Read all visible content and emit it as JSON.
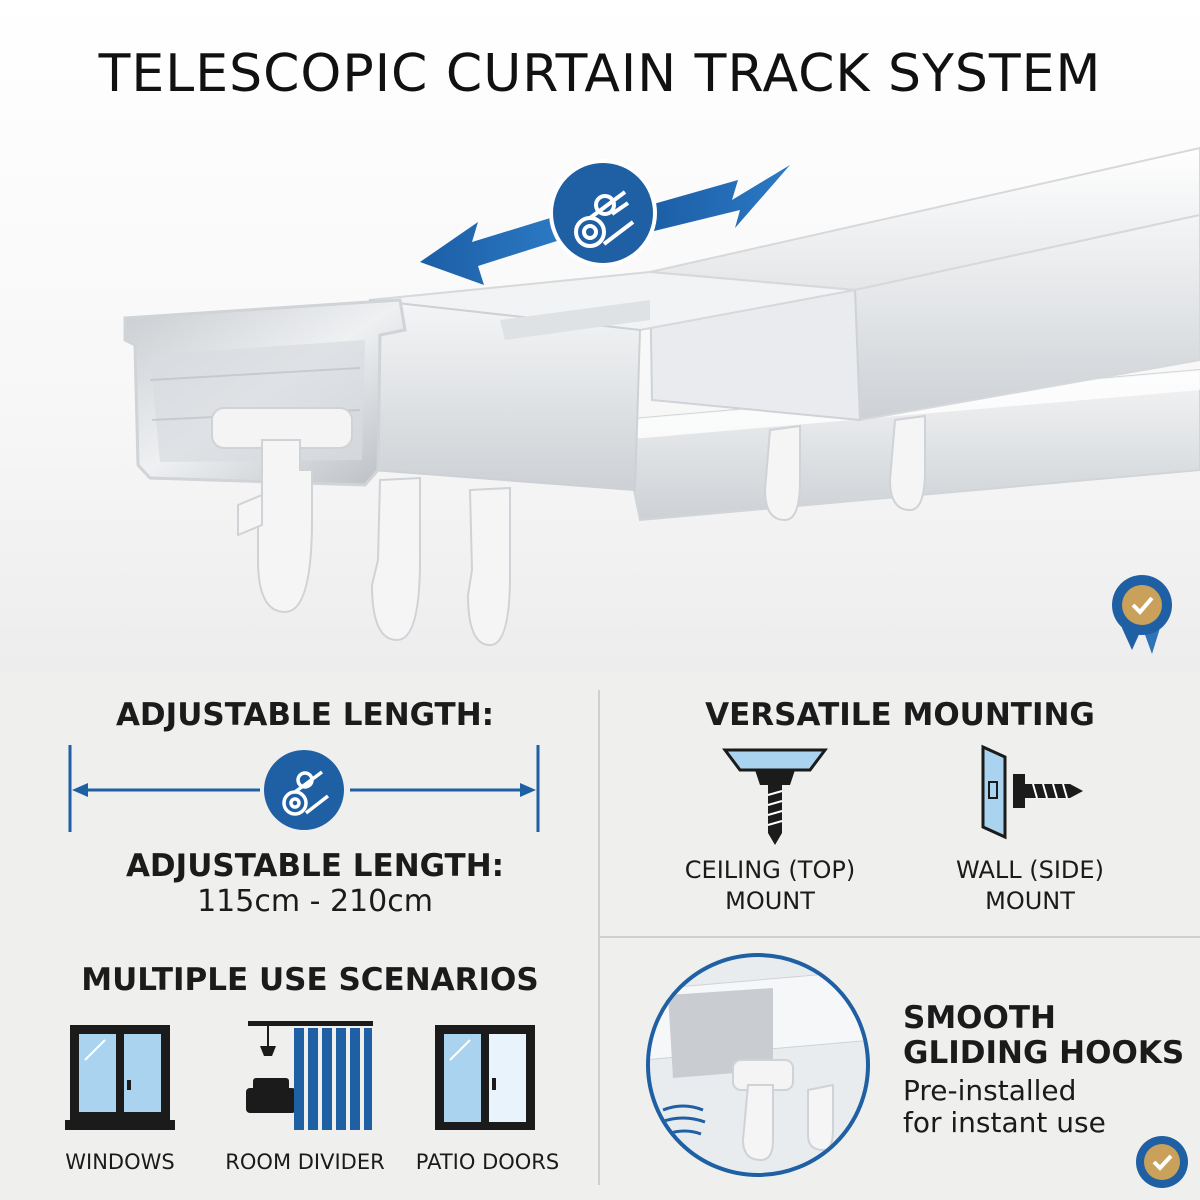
{
  "title": "TELESCOPIC CURTAIN TRACK SYSTEM",
  "adjustable": {
    "heading": "ADJUSTABLE LENGTH:",
    "subheading": "ADJUSTABLE LENGTH:",
    "range": "115cm - 210cm"
  },
  "mounting": {
    "heading": "VERSATILE MOUNTING",
    "ceiling_line1": "CEILING (TOP)",
    "ceiling_line2": "MOUNT",
    "wall_line1": "WALL (SIDE)",
    "wall_line2": "MOUNT"
  },
  "scenarios": {
    "heading": "MULTIPLE USE SCENARIOS",
    "items": [
      {
        "label": "WINDOWS",
        "icon": "window-icon"
      },
      {
        "label": "ROOM DIVIDER",
        "icon": "room-divider-icon"
      },
      {
        "label": "PATIO DOORS",
        "icon": "patio-door-icon"
      }
    ]
  },
  "hooks": {
    "heading_line1": "SMOOTH",
    "heading_line2": "GLIDING HOOKS",
    "desc_line1": "Pre-installed",
    "desc_line2": "for instant use"
  },
  "colors": {
    "accent_blue": "#1f5fa3",
    "light_blue": "#a9d3ee",
    "badge_gold": "#c9a15a"
  }
}
